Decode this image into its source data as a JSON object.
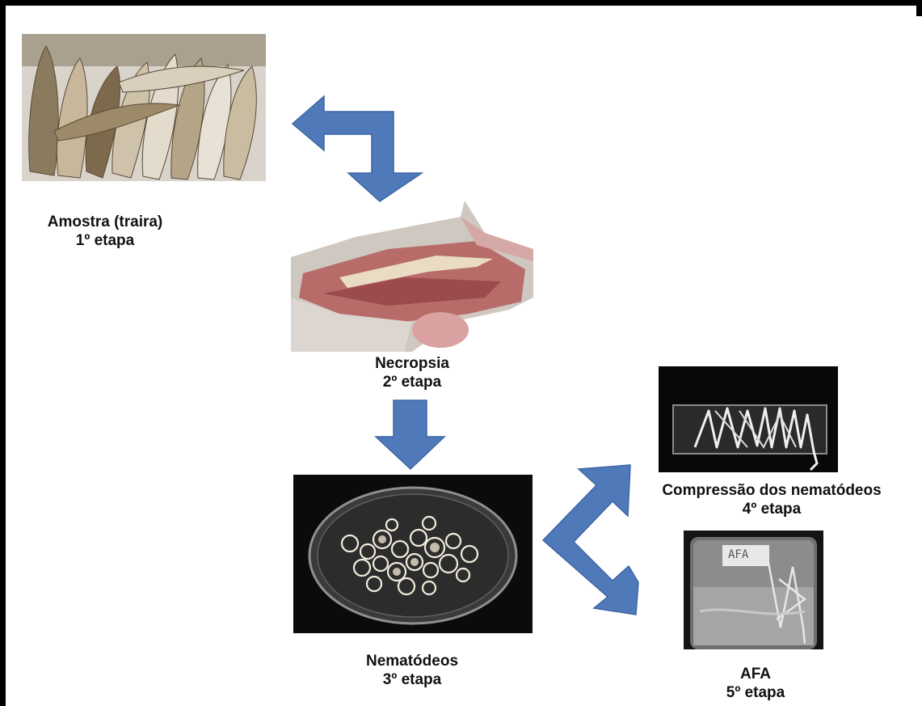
{
  "steps": [
    {
      "id": "sample",
      "title": "Amostra (traira)",
      "step": "1º etapa",
      "photo_label": ""
    },
    {
      "id": "necropsy",
      "title": "Necropsia",
      "step": "2º etapa"
    },
    {
      "id": "nematodes",
      "title": "Nematódeos",
      "step": "3º etapa"
    },
    {
      "id": "compression",
      "title": "Compressão dos nematódeos",
      "step": "4º etapa"
    },
    {
      "id": "afa",
      "title": "AFA",
      "step": "5º etapa",
      "jar_label": "AFA"
    }
  ],
  "colors": {
    "arrow": "#4f79b8",
    "border": "#000000",
    "background": "#ffffff"
  }
}
